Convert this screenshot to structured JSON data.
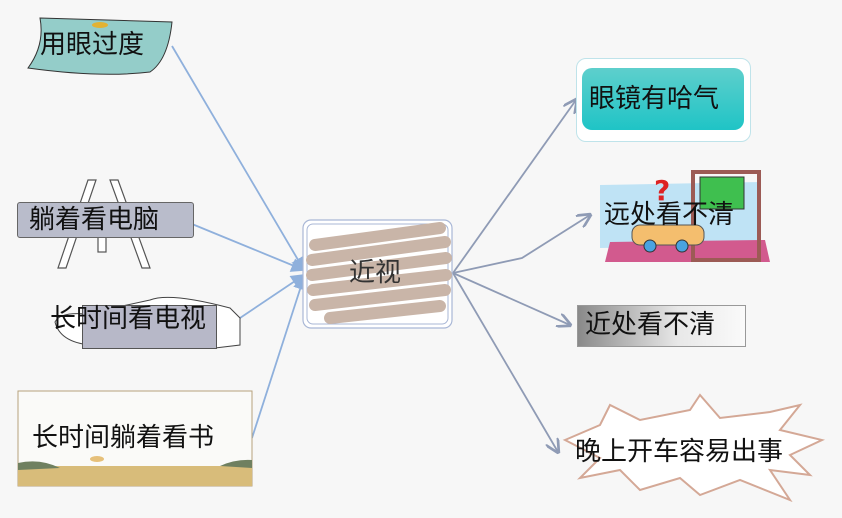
{
  "center": {
    "label": "近视"
  },
  "causes": [
    {
      "label": "用眼过度"
    },
    {
      "label": "躺着看电脑"
    },
    {
      "label": "长时间看电视"
    },
    {
      "label": "长时间躺着看书"
    }
  ],
  "symptoms": [
    {
      "label": "眼镜有哈气"
    },
    {
      "label": "远处看不清"
    },
    {
      "label": "近处看不清"
    },
    {
      "label": "晚上开车容易出事"
    }
  ],
  "colors": {
    "left_connector": "#8fb0dc",
    "right_connector": "#8f9bb5",
    "teal": "#2cc6c6",
    "center_scribble": "#c9b5a8"
  }
}
